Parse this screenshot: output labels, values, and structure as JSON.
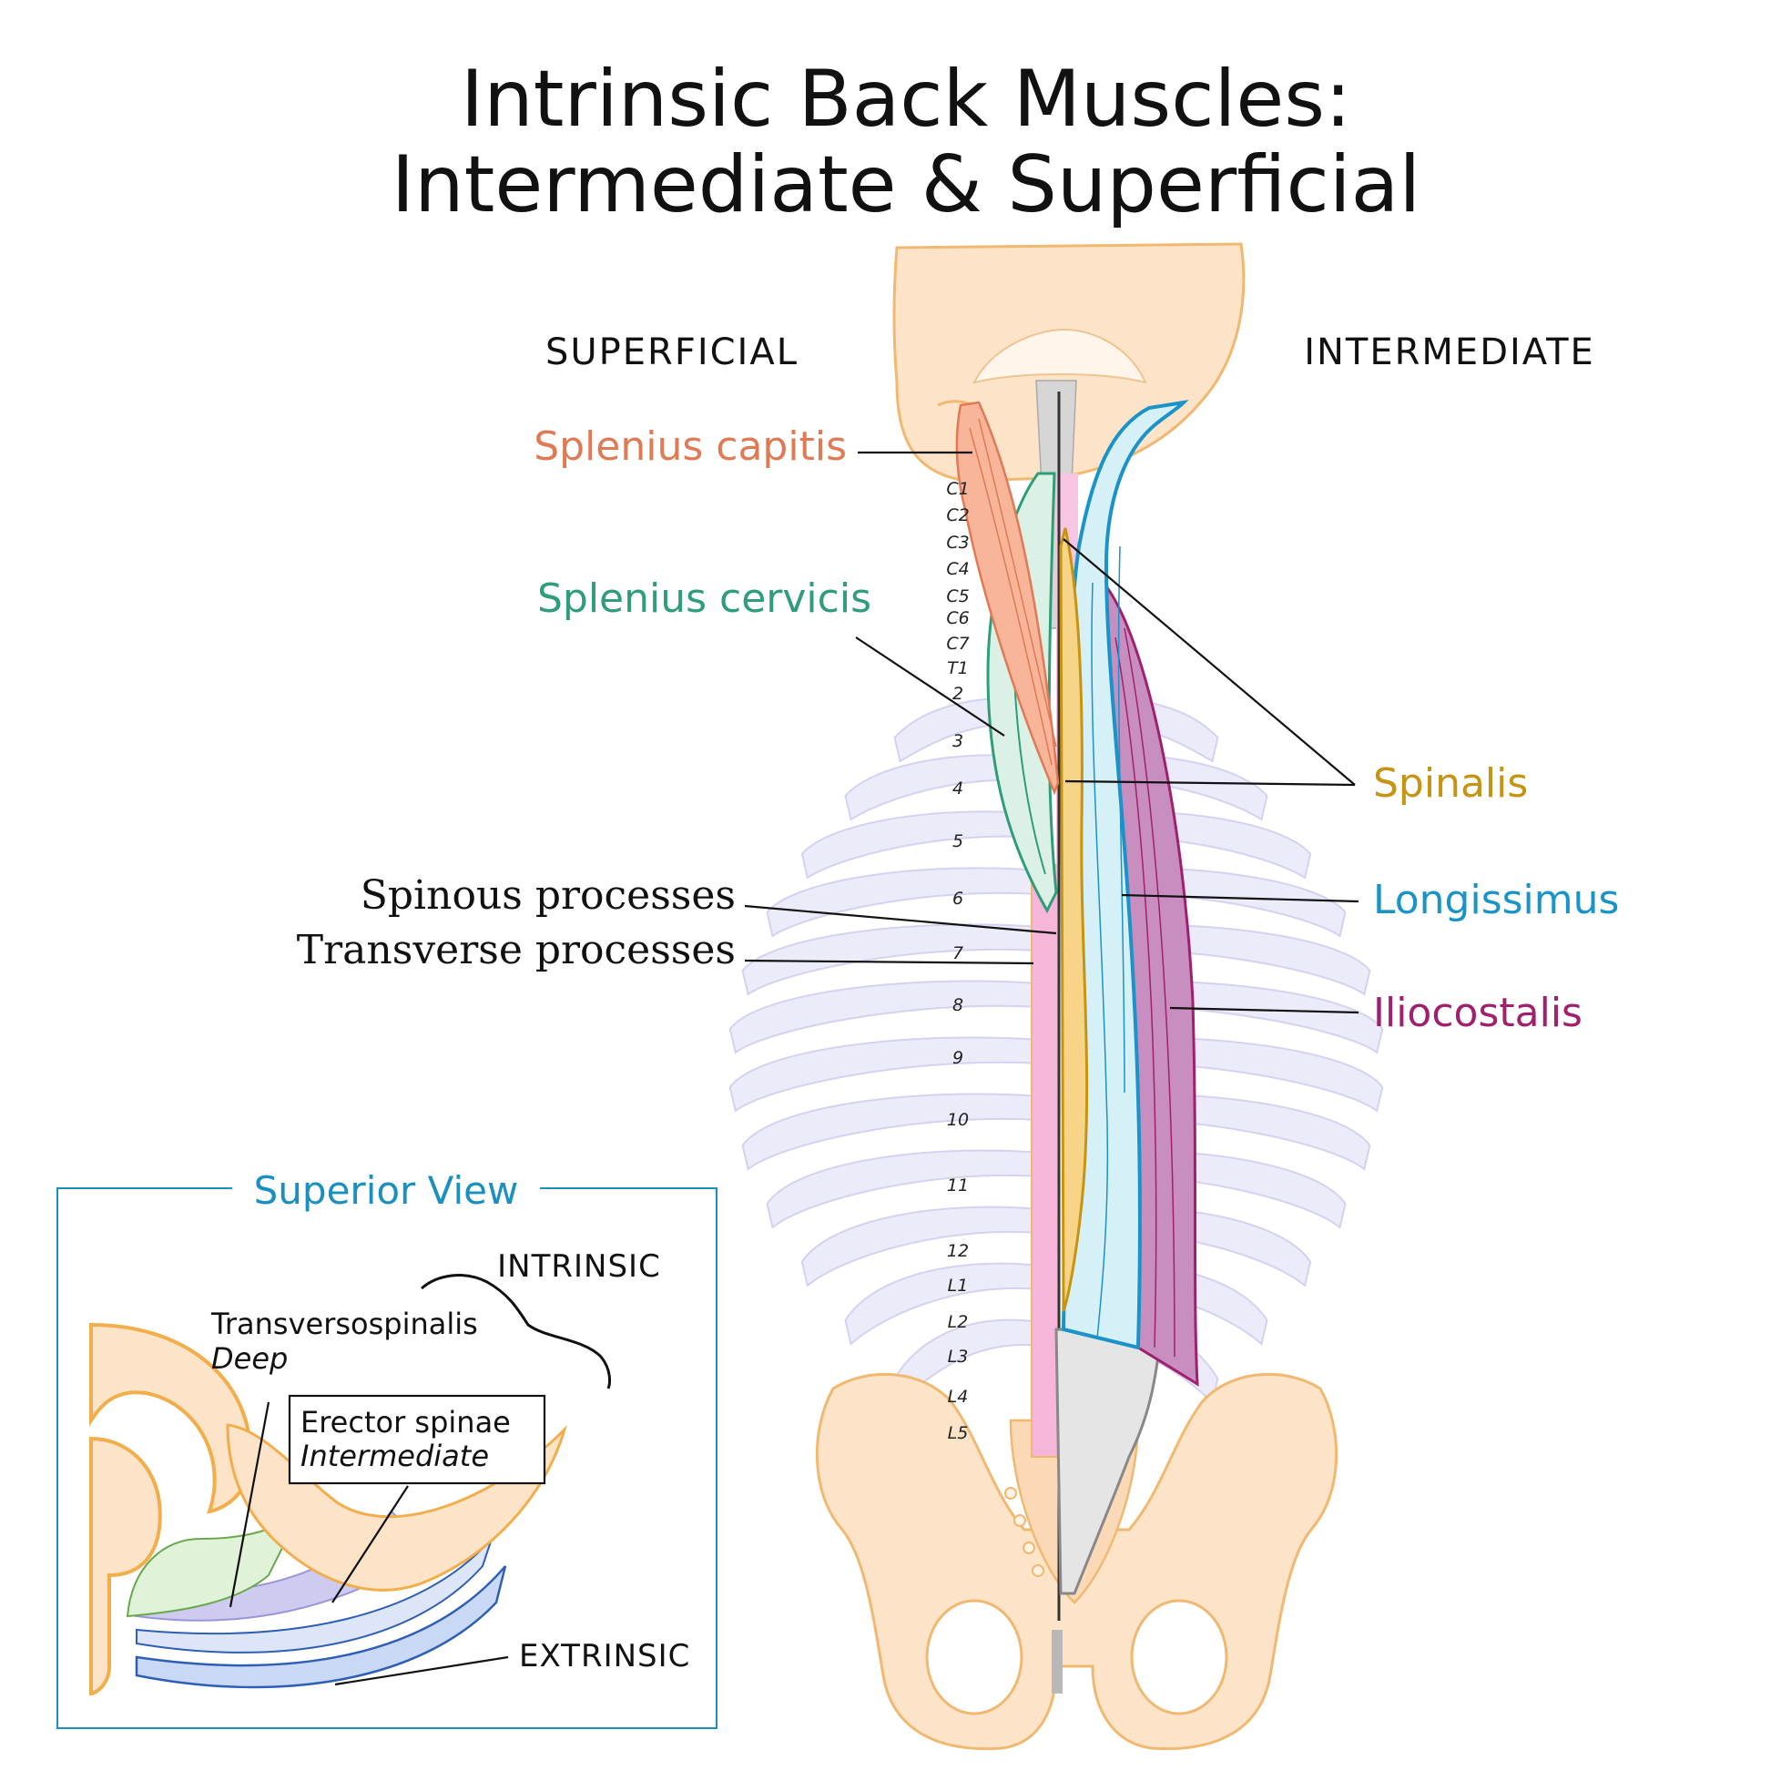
{
  "title": {
    "line1": "Intrinsic Back Muscles:",
    "line2": "Intermediate & Superficial"
  },
  "side_headings": {
    "superficial": "Superficial",
    "intermediate": "Intermediate"
  },
  "labels": {
    "splenius_capitis": "Splenius capitis",
    "splenius_cervicis": "Splenius cervicis",
    "spinous_processes": "Spinous processes",
    "transverse_processes": "Transverse processes",
    "spinalis": "Spinalis",
    "longissimus": "Longissimus",
    "iliocostalis": "Iliocostalis"
  },
  "vertebrae": [
    "C1",
    "C2",
    "C3",
    "C4",
    "C5",
    "C6",
    "C7",
    "T1",
    "2",
    "3",
    "4",
    "5",
    "6",
    "7",
    "8",
    "9",
    "10",
    "11",
    "12",
    "L1",
    "L2",
    "L3",
    "L4",
    "L5"
  ],
  "inset": {
    "title": "Superior View",
    "intrinsic": "Intrinsic",
    "transversospinalis": "Transversospinalis",
    "deep": "Deep",
    "erector_spinae": "Erector spinae",
    "intermediate": "Intermediate",
    "extrinsic": "Extrinsic"
  },
  "colors": {
    "splenius_capitis": "#e07a55",
    "splenius_cervicis": "#2f9e78",
    "spinalis": "#c79412",
    "longissimus": "#1a93c8",
    "iliocostalis": "#a0206e",
    "inset_title": "#1a8fc0",
    "bone": "#fde3c8",
    "bone_outline": "#f0b870",
    "rib": "#ecebfa"
  }
}
